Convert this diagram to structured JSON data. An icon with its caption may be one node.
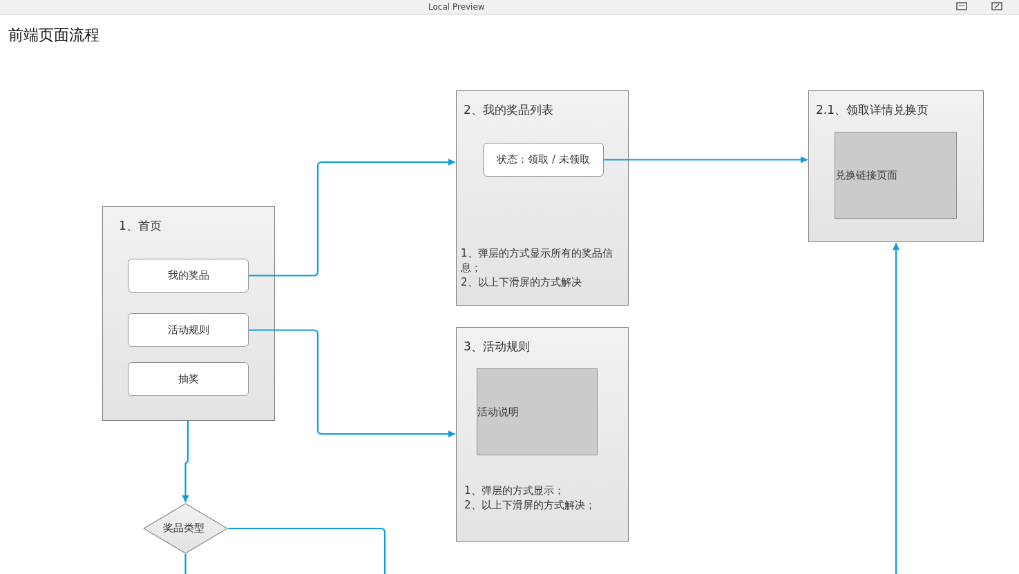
{
  "diagram": {
    "title": "前端页面流程",
    "nodes": [
      {
        "text": [
          "1、首页"
        ]
      },
      {
        "text": [
          "我的奖品"
        ],
        "in": 0
      },
      {
        "text": [
          "活动规则"
        ],
        "in": 0
      },
      {
        "text": [
          "抽奖"
        ],
        "in": 0
      },
      {
        "text": [
          "2、我的奖品列表",
          "1、弹层的方式显示所有的奖品信息；",
          "2、以上下滑屏的方式解决"
        ]
      },
      {
        "text": [
          "状态：领取 / 未领取"
        ],
        "in": 4
      },
      {
        "text": [
          "2.1、领取详情兑换页"
        ]
      },
      {
        "text": [
          "兑换链接页面"
        ],
        "in": 6
      },
      {
        "text": [
          "3、活动规则",
          "1、弹层的方式显示；",
          "2、以上下滑屏的方式解决；"
        ]
      },
      {
        "text": [
          "活动说明"
        ],
        "in": 8
      },
      {
        "text": [
          "奖品类型"
        ]
      }
    ],
    "edges": [
      {
        "from": 1,
        "to": 4,
        "arrow": "to"
      },
      {
        "from": 5,
        "to": 6,
        "arrow": "to"
      },
      {
        "from": 2,
        "to": 8,
        "arrow": "to"
      },
      {
        "from": 0,
        "to": 10,
        "arrow": "to"
      },
      {
        "from": 10,
        "to": null,
        "arrow": "none"
      },
      {
        "from": 10,
        "to": null,
        "arrow": "none"
      },
      {
        "from": null,
        "to": 6,
        "arrow": "to"
      }
    ],
    "labels": [
      "Local Preview"
    ]
  }
}
